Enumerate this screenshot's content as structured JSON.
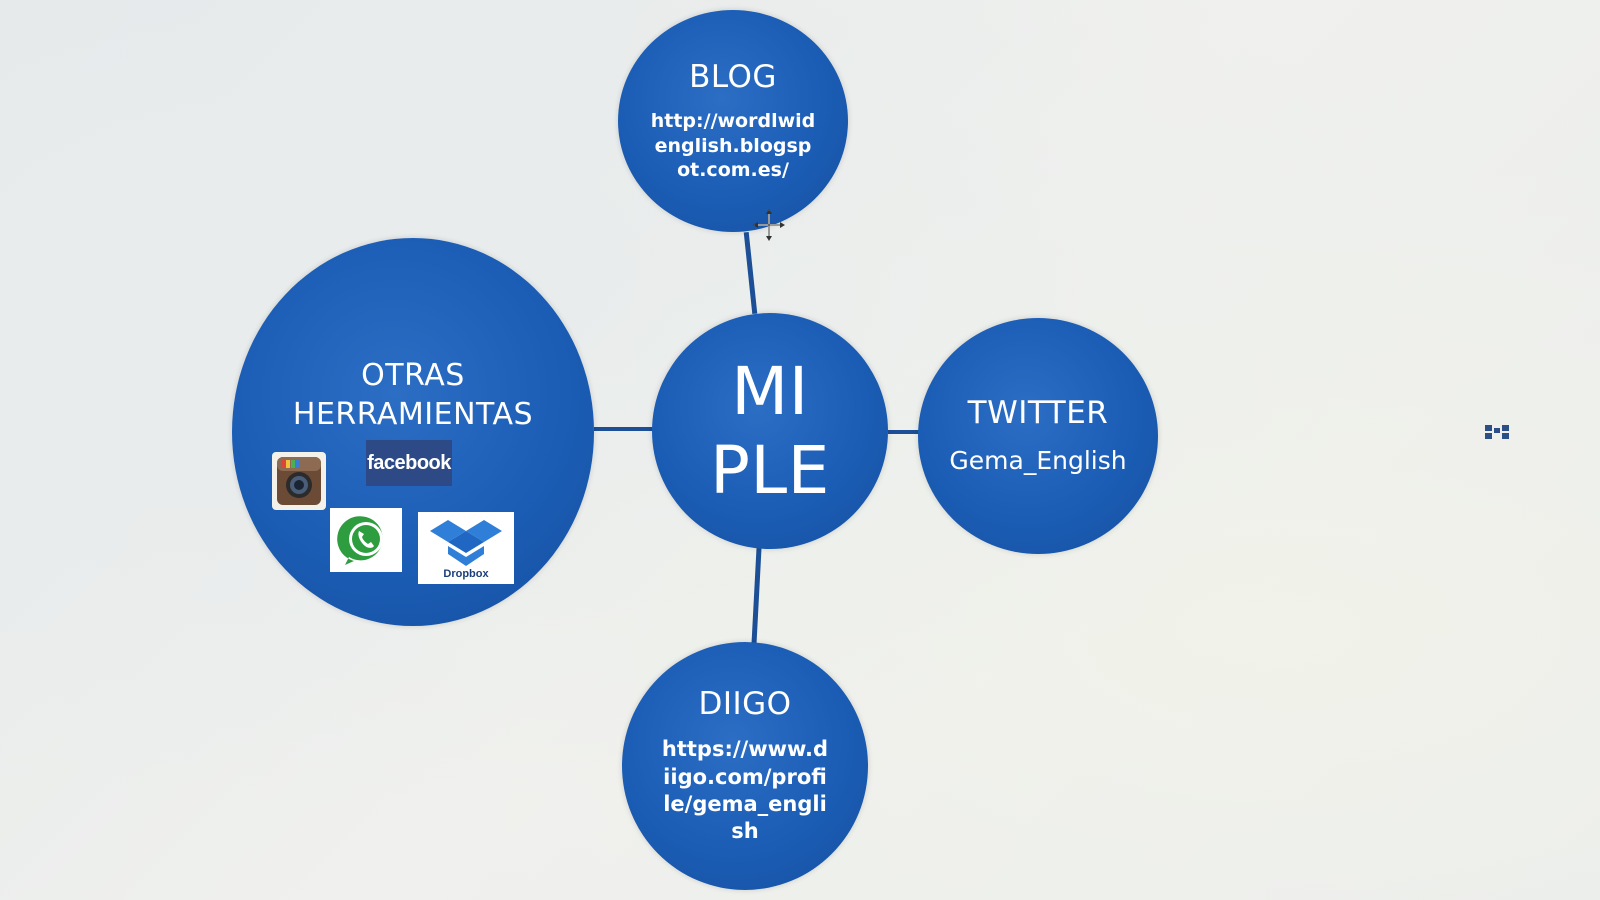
{
  "diagram": {
    "center": {
      "line1": "MI",
      "line2": "PLE"
    },
    "blog": {
      "title": "BLOG",
      "url": "http://wordlwidenglish.blogspot.com.es/"
    },
    "twitter": {
      "title": "TWITTER",
      "handle": "Gema_English"
    },
    "diigo": {
      "title": "DIIGO",
      "url": "https://www.diigo.com/profile/gema_english"
    },
    "otras": {
      "line1": "OTRAS",
      "line2": "HERRAMIENTAS",
      "tools": {
        "facebook": "facebook",
        "dropbox": "Dropbox",
        "instagram_icon": "instagram-icon",
        "whatsapp_icon": "whatsapp-icon",
        "dropbox_icon": "dropbox-icon"
      }
    }
  },
  "colors": {
    "node_blue": "#1b5db5",
    "connector": "#1c4f96",
    "text": "#ffffff"
  },
  "icons": {
    "cursor": "move-cursor-icon",
    "handle": "selection-handle-icon"
  }
}
